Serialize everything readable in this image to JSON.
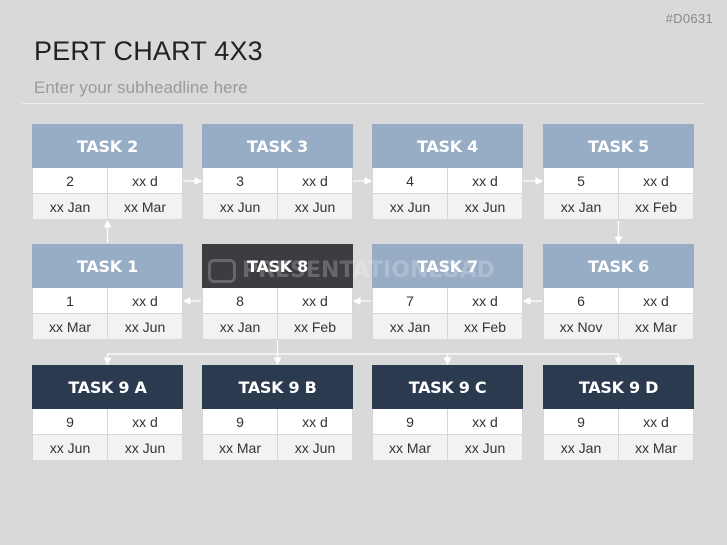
{
  "slide": {
    "id": "#D0631",
    "title": "PERT CHART 4X3",
    "subtitle": "Enter your subheadline here",
    "watermark": "PRESENTATIONLOAD"
  },
  "colors": {
    "background": "#d9d9d9",
    "header_light": "#97acc5",
    "header_dark": "#2b3a4f",
    "header_black": "#3b3d40",
    "arrow": "#ffffff"
  },
  "tasks": [
    {
      "id": "task-2",
      "name": "TASK 2",
      "number": "2",
      "duration": "xx d",
      "start": "xx Jan",
      "end": "xx Mar",
      "style": "light"
    },
    {
      "id": "task-3",
      "name": "TASK 3",
      "number": "3",
      "duration": "xx d",
      "start": "xx Jun",
      "end": "xx Jun",
      "style": "light"
    },
    {
      "id": "task-4",
      "name": "TASK 4",
      "number": "4",
      "duration": "xx d",
      "start": "xx Jun",
      "end": "xx Jun",
      "style": "light"
    },
    {
      "id": "task-5",
      "name": "TASK 5",
      "number": "5",
      "duration": "xx d",
      "start": "xx Jan",
      "end": "xx Feb",
      "style": "light"
    },
    {
      "id": "task-1",
      "name": "TASK 1",
      "number": "1",
      "duration": "xx d",
      "start": "xx Mar",
      "end": "xx Jun",
      "style": "light"
    },
    {
      "id": "task-8",
      "name": "TASK 8",
      "number": "8",
      "duration": "xx d",
      "start": "xx Jan",
      "end": "xx Feb",
      "style": "black"
    },
    {
      "id": "task-7",
      "name": "TASK 7",
      "number": "7",
      "duration": "xx d",
      "start": "xx Jan",
      "end": "xx Feb",
      "style": "light"
    },
    {
      "id": "task-6",
      "name": "TASK 6",
      "number": "6",
      "duration": "xx d",
      "start": "xx Nov",
      "end": "xx Mar",
      "style": "light"
    },
    {
      "id": "task-9a",
      "name": "TASK 9 A",
      "number": "9",
      "duration": "xx d",
      "start": "xx Jun",
      "end": "xx Jun",
      "style": "dark"
    },
    {
      "id": "task-9b",
      "name": "TASK 9 B",
      "number": "9",
      "duration": "xx d",
      "start": "xx Mar",
      "end": "xx Jun",
      "style": "dark"
    },
    {
      "id": "task-9c",
      "name": "TASK 9 C",
      "number": "9",
      "duration": "xx d",
      "start": "xx Mar",
      "end": "xx Jun",
      "style": "dark"
    },
    {
      "id": "task-9d",
      "name": "TASK 9 D",
      "number": "9",
      "duration": "xx d",
      "start": "xx Jan",
      "end": "xx Mar",
      "style": "dark"
    }
  ],
  "dependencies": [
    {
      "from": "task-1",
      "to": "task-2"
    },
    {
      "from": "task-2",
      "to": "task-3"
    },
    {
      "from": "task-3",
      "to": "task-4"
    },
    {
      "from": "task-4",
      "to": "task-5"
    },
    {
      "from": "task-5",
      "to": "task-6"
    },
    {
      "from": "task-6",
      "to": "task-7"
    },
    {
      "from": "task-7",
      "to": "task-8"
    },
    {
      "from": "task-8",
      "to": "task-1"
    },
    {
      "from": "task-8",
      "to": "task-9a"
    },
    {
      "from": "task-8",
      "to": "task-9b"
    },
    {
      "from": "task-8",
      "to": "task-9c"
    },
    {
      "from": "task-8",
      "to": "task-9d"
    }
  ]
}
